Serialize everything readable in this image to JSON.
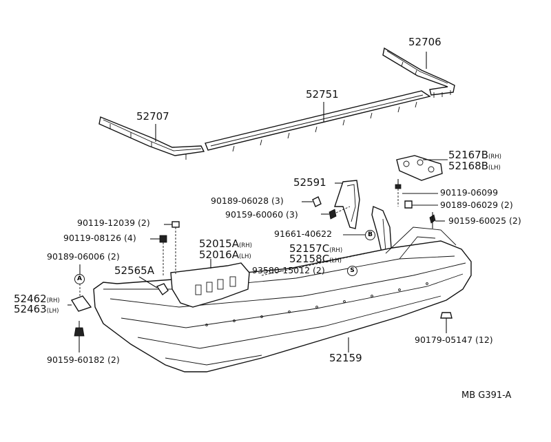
{
  "parts": {
    "p52706": "52706",
    "p52751": "52751",
    "p52707": "52707",
    "p52167b": "52167B",
    "p52167b_sub": "(RH)",
    "p52168b": "52168B",
    "p52168b_sub": "(LH)",
    "p52591": "52591",
    "p90119_06099": "90119-06099",
    "p90189_06028": "90189-06028 (3)",
    "p90189_06029": "90189-06029 (2)",
    "p90159_60060": "90159-60060 (3)",
    "p90159_60025": "90159-60025 (2)",
    "p90119_12039": "90119-12039 (2)",
    "p91661_40622": "91661-40622",
    "p90119_08126": "90119-08126 (4)",
    "p52015a": "52015A",
    "p52015a_sub": "(RH)",
    "p52016a": "52016A",
    "p52016a_sub": "(LH)",
    "p52157c": "52157C",
    "p52157c_sub": "(RH)",
    "p52158c": "52158C",
    "p52158c_sub": "(LH)",
    "p90189_06006": "90189-06006 (2)",
    "p52565a": "52565A",
    "p93580_15012": "93580-15012 (2)",
    "p52462": "52462",
    "p52462_sub": "(RH)",
    "p52463": "52463",
    "p52463_sub": "(LH)",
    "p90179_05147": "90179-05147 (12)",
    "p52159": "52159",
    "p90159_60182": "90159-60182 (2)"
  },
  "badges": {
    "a": "A",
    "b": "B",
    "s": "S"
  },
  "ref_code": "MB G391-A"
}
